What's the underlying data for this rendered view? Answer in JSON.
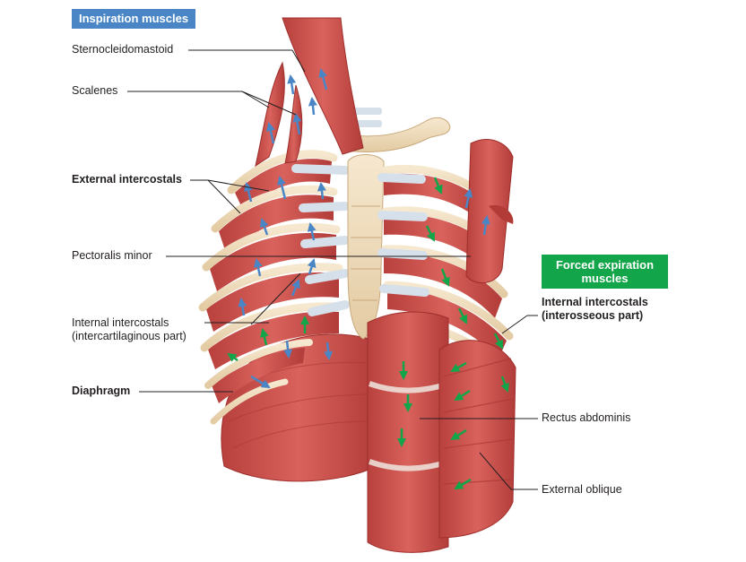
{
  "colors": {
    "inspiration_badge": "#4a86c5",
    "expiration_badge": "#13a54a",
    "inspiration_arrow": "#4a86c5",
    "expiration_arrow": "#13a54a",
    "muscle": "#c9544f",
    "muscle_dark": "#9e2f2c",
    "bone": "#efdcbc",
    "cartilage": "#d6e0ea",
    "leader_line": "#231f20"
  },
  "badges": {
    "inspiration": "Inspiration muscles",
    "expiration_line1": "Forced expiration",
    "expiration_line2": "muscles"
  },
  "labels": {
    "sternocleidomastoid": "Sternocleidomastoid",
    "scalenes": "Scalenes",
    "external_intercostals": "External intercostals",
    "pectoralis_minor": "Pectoralis minor",
    "internal_intercostals_intercart_line1": "Internal intercostals",
    "internal_intercostals_intercart_line2": "(intercartilaginous part)",
    "diaphragm": "Diaphragm",
    "internal_intercostals_inteross_line1": "Internal intercostals",
    "internal_intercostals_inteross_line2": "(interosseous part)",
    "rectus_abdominis": "Rectus abdominis",
    "external_oblique": "External oblique"
  },
  "icons": {
    "inspiration_arrow": "blue-arrow-icon",
    "expiration_arrow": "green-arrow-icon"
  }
}
